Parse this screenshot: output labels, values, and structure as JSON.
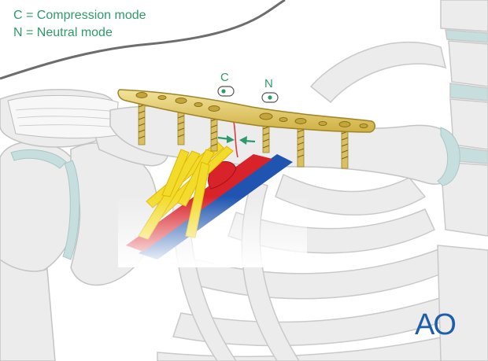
{
  "legend": {
    "compression": "C = Compression mode",
    "neutral": "N = Neutral mode"
  },
  "labels": {
    "compression_letter": "C",
    "neutral_letter": "N"
  },
  "logo": {
    "text": "AO",
    "color": "#1c5ea8"
  },
  "colors": {
    "accent": "#2e9a6a",
    "bone_fill": "#ececec",
    "bone_stroke": "#c4c4c4",
    "cartilage": "#c7dede",
    "plate": "#e6cf6a",
    "plate_stroke": "#9e8424",
    "nerve": "#f2db2a",
    "artery": "#d8232a",
    "vein": "#1f55b0",
    "fracture_line": "#e03a3a"
  }
}
